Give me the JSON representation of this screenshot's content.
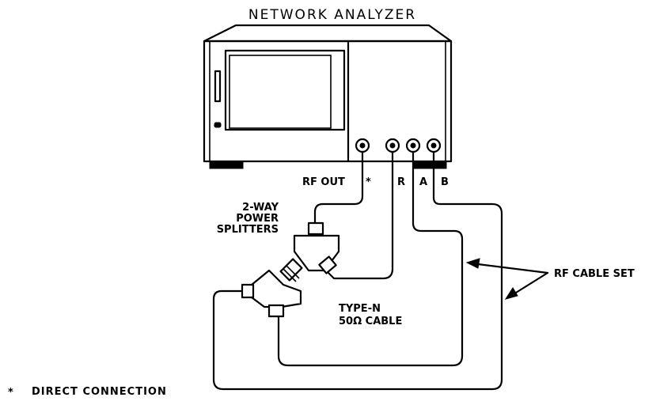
{
  "title": "NETWORK ANALYZER",
  "ports": {
    "rf_out": "RF OUT",
    "rf_out_marker": "*",
    "r": "R",
    "a": "A",
    "b": "B"
  },
  "splitter_label": [
    "2-WAY",
    "POWER",
    "SPLITTERS"
  ],
  "cable_label": [
    "TYPE-N",
    "50Ω CABLE"
  ],
  "cable_set_label": "RF CABLE SET",
  "footnote": {
    "marker": "*",
    "text": "DIRECT CONNECTION"
  }
}
